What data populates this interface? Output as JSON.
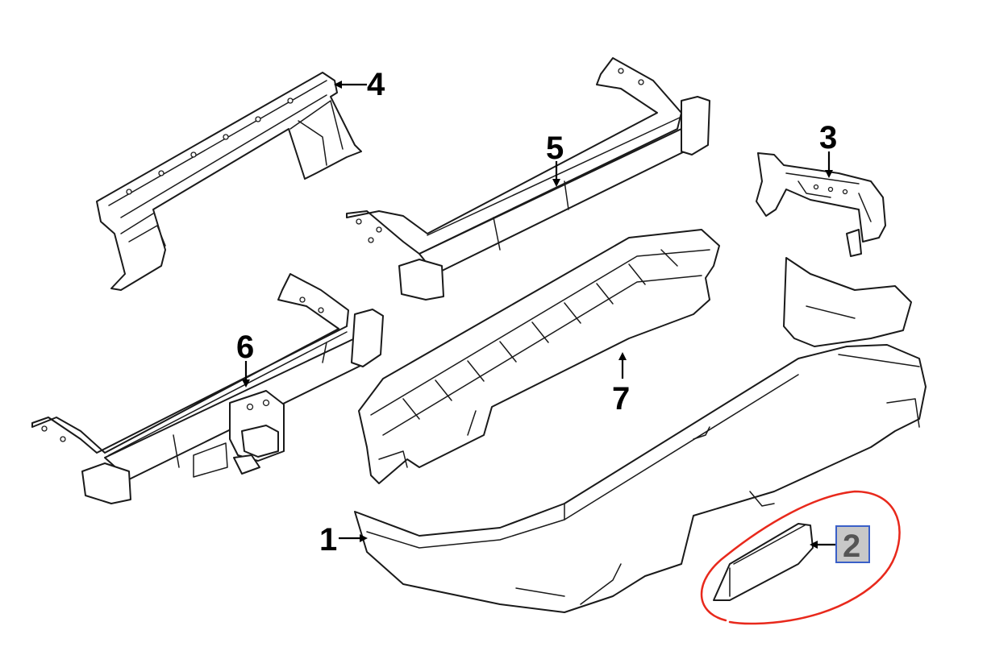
{
  "callouts": [
    {
      "id": "1",
      "label": "1",
      "highlighted": false
    },
    {
      "id": "2",
      "label": "2",
      "highlighted": true
    },
    {
      "id": "3",
      "label": "3",
      "highlighted": false
    },
    {
      "id": "4",
      "label": "4",
      "highlighted": false
    },
    {
      "id": "5",
      "label": "5",
      "highlighted": false
    },
    {
      "id": "6",
      "label": "6",
      "highlighted": false
    },
    {
      "id": "7",
      "label": "7",
      "highlighted": false
    }
  ],
  "colors": {
    "line_art": "#1a1a1a",
    "highlight_circle": "#e8291c",
    "callout_box_border": "#3a5fc8",
    "callout_box_fill": "#c8c8c8",
    "background": "#ffffff"
  }
}
